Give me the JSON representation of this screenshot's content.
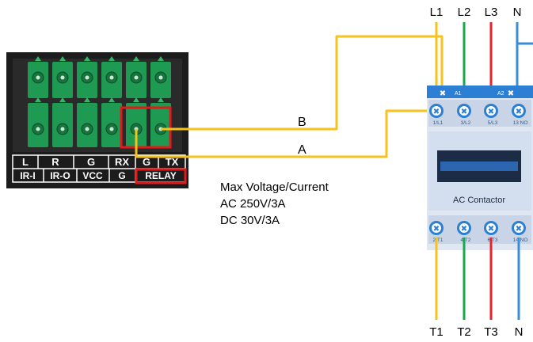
{
  "colors": {
    "wire_yellow": "#f6c21c",
    "wire_green": "#1aa94a",
    "wire_red": "#e8232a",
    "wire_blue": "#3a8ed8",
    "terminal_green": "#1f9a53",
    "connector_body": "#1c1c1c",
    "relay_highlight": "#e11b1b",
    "contactor_body": "#dfe7f3",
    "contactor_band": "#2c7fd3",
    "contactor_window": "#2d66b0"
  },
  "connector": {
    "top_labels": [
      "L",
      "R",
      "G",
      "RX",
      "G",
      "TX"
    ],
    "bottom_labels": [
      "IR-I",
      "IR-O",
      "VCC",
      "G",
      "RELAY"
    ]
  },
  "wires": {
    "label_a": "A",
    "label_b": "B"
  },
  "spec": {
    "line1": "Max Voltage/Current",
    "line2": "AC 250V/3A",
    "line3": "DC 30V/3A"
  },
  "contactor": {
    "name": "AC Contactor",
    "a1": "A1",
    "a2": "A2",
    "top_terminals": [
      "1/L1",
      "3/L2",
      "5/L3",
      "13 NO"
    ],
    "bottom_terminals": [
      "2/T1",
      "4/T2",
      "6/T3",
      "14 NO"
    ]
  },
  "lines": {
    "top": [
      "L1",
      "L2",
      "L3",
      "N"
    ],
    "bottom": [
      "T1",
      "T2",
      "T3",
      "N"
    ]
  }
}
